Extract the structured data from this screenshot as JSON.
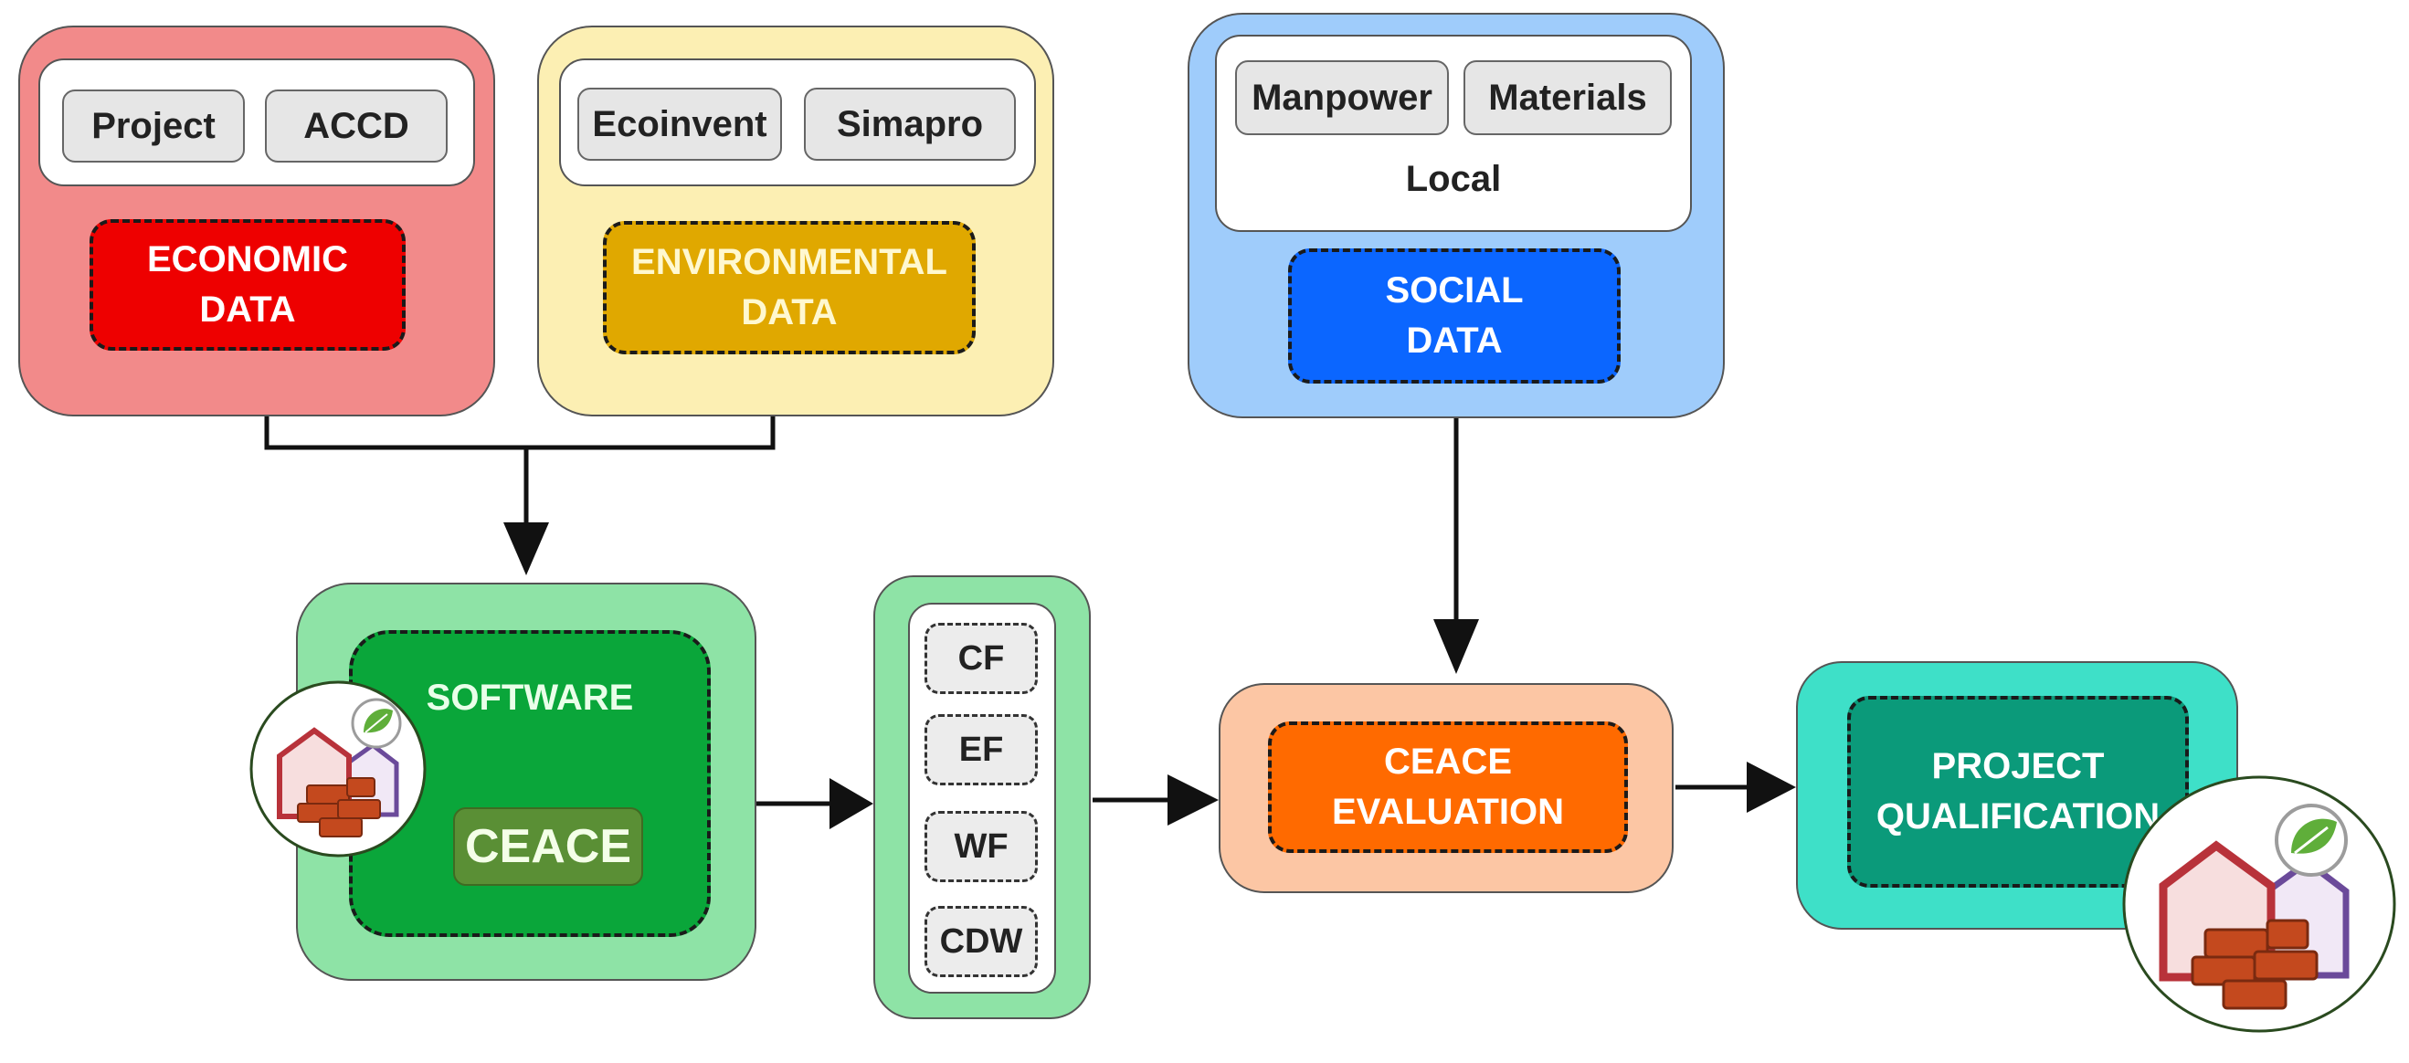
{
  "economic": {
    "sources": [
      "Project",
      "ACCD"
    ],
    "title": "ECONOMIC",
    "subtitle": "DATA"
  },
  "environmental": {
    "sources": [
      "Ecoinvent",
      "Simapro"
    ],
    "title": "ENVIRONMENTAL",
    "subtitle": "DATA"
  },
  "social": {
    "sources": [
      "Manpower",
      "Materials"
    ],
    "scope": "Local",
    "title": "SOCIAL",
    "subtitle": "DATA"
  },
  "software": {
    "label": "SOFTWARE",
    "badge": "CEACE"
  },
  "indicators": [
    "CF",
    "EF",
    "WF",
    "CDW"
  ],
  "evaluation": {
    "line1": "CEACE",
    "line2": "EVALUATION"
  },
  "qualification": {
    "line1": "PROJECT",
    "line2": "QUALIFICATION"
  },
  "colors": {
    "economic_outer": "#f28a8a",
    "economic_inner": "#ee0000",
    "environmental_outer": "#fcefb3",
    "environmental_inner": "#e0a800",
    "social_outer": "#9fccfb",
    "social_inner": "#0b66ff",
    "software_outer": "#8ee3a6",
    "software_inner": "#0aa63a",
    "badge": "#5a8f35",
    "indicators_outer": "#8ee3a6",
    "evaluation_outer": "#fcc6a4",
    "evaluation_inner": "#ff6a00",
    "qualification_outer": "#3ee0c8",
    "qualification_inner": "#0b9a7a"
  },
  "icons": [
    "house-bricks-leaf-icon",
    "house-bricks-leaf-icon"
  ]
}
